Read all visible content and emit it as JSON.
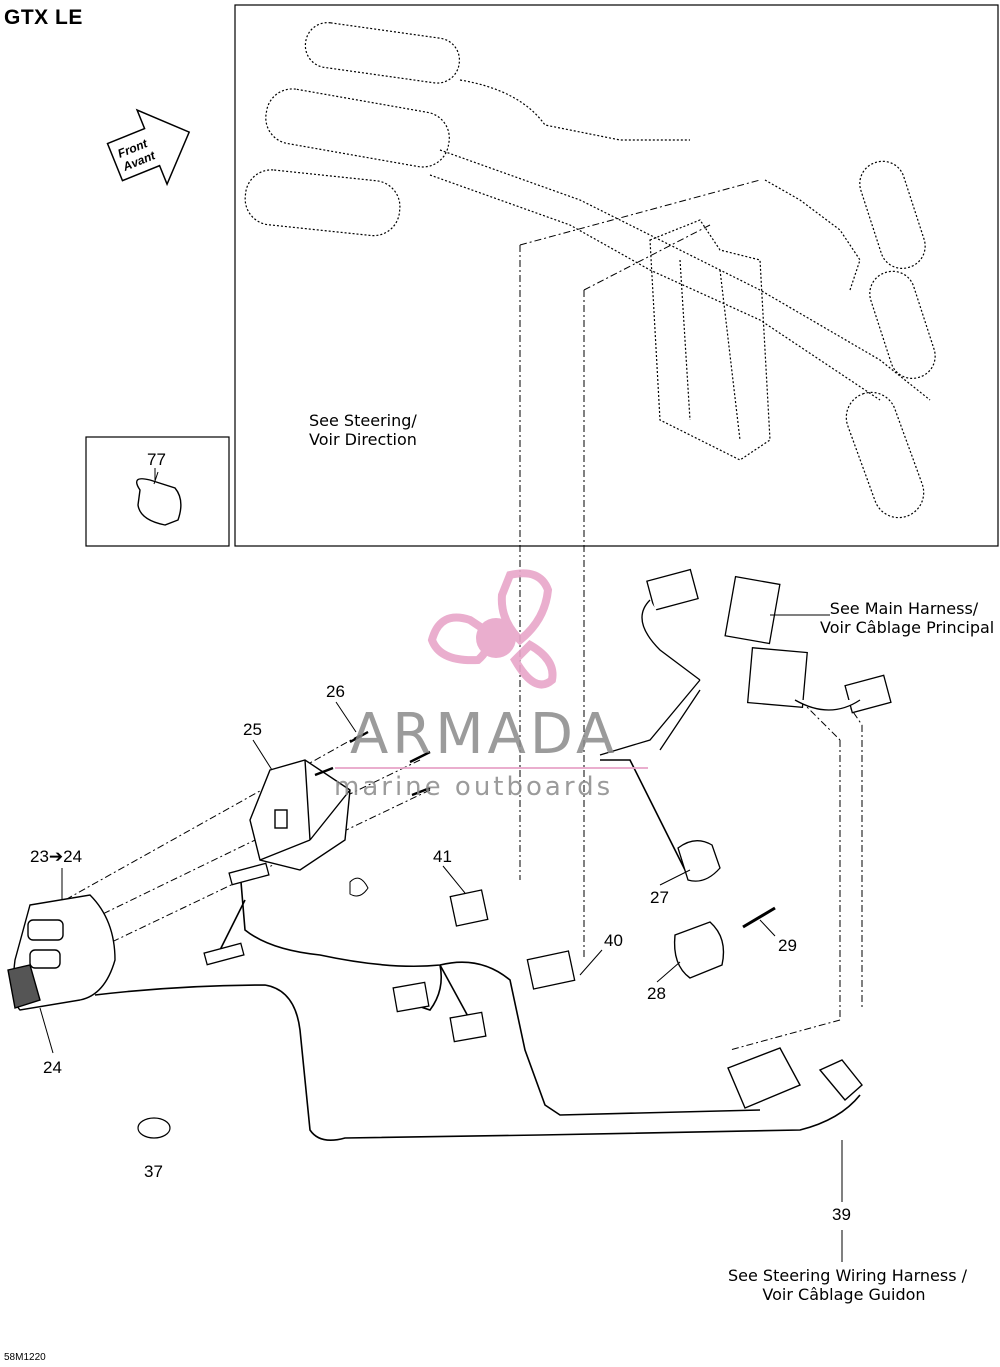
{
  "header": {
    "model": "GTX LE"
  },
  "footer": {
    "drawing_code": "58M1220"
  },
  "direction": {
    "line1": "Front",
    "line2": "Avant"
  },
  "notes": {
    "steering_line1": "See Steering/",
    "steering_line2": "Voir Direction",
    "main_harness_line1": "See Main Harness/",
    "main_harness_line2": "Voir Câblage Principal",
    "wiring_harness_line1": "See Steering Wiring Harness /",
    "wiring_harness_line2": "Voir Câblage Guidon"
  },
  "callouts": {
    "p77": "77",
    "p26": "26",
    "p25": "25",
    "p23_24": "23➔24",
    "p24": "24",
    "p41": "41",
    "p27": "27",
    "p29": "29",
    "p40": "40",
    "p28": "28",
    "p37": "37",
    "p39": "39"
  },
  "watermark": {
    "brand": "ARMADA",
    "tagline": "marine outboards"
  },
  "colors": {
    "line": "#000000",
    "watermark_pink": "#e8a6c9",
    "watermark_gray": "#8a8a8a"
  }
}
